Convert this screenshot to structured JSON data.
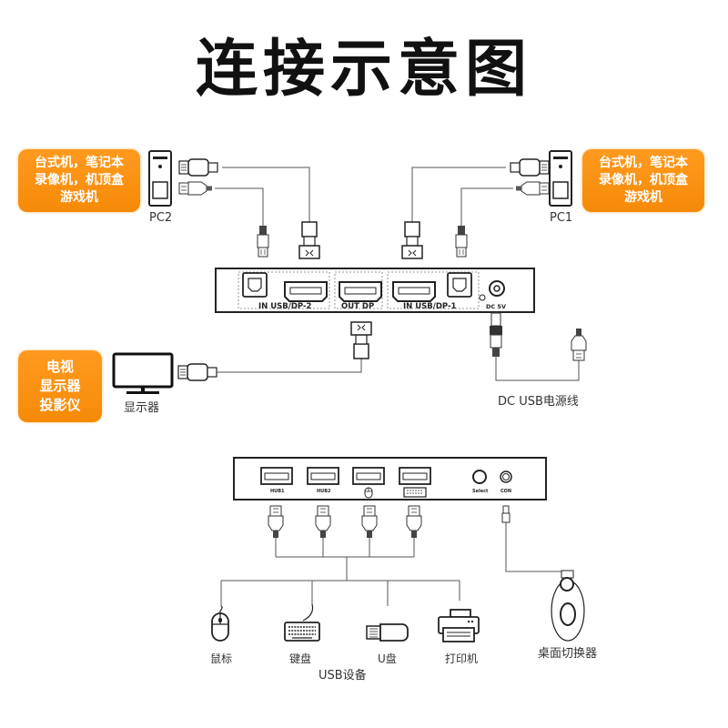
{
  "title": "连接示意图",
  "badges": {
    "left_pc": [
      "台式机，笔记本",
      "录像机，机顶盒",
      "游戏机"
    ],
    "right_pc": [
      "台式机，笔记本",
      "录像机，机顶盒",
      "游戏机"
    ],
    "display": [
      "电视",
      "显示器",
      "投影仪"
    ]
  },
  "labels": {
    "pc2": "PC2",
    "pc1": "PC1",
    "monitor": "显示器",
    "power_cable": "DC USB电源线",
    "desk_switch": "桌面切换器",
    "usb_devices": "USB设备"
  },
  "kvm_front": {
    "in2": "IN USB/DP-2",
    "out": "OUT DP",
    "in1": "IN USB/DP-1",
    "dc": "DC 5V"
  },
  "kvm_back": {
    "hub1": "HUB1",
    "hub2": "HUB2",
    "select": "Select",
    "con": "CON"
  },
  "devices": [
    {
      "name": "mouse",
      "label": "鼠标"
    },
    {
      "name": "keyboard",
      "label": "键盘"
    },
    {
      "name": "usb-drive",
      "label": "U盘"
    },
    {
      "name": "printer",
      "label": "打印机"
    }
  ],
  "colors": {
    "accent": "#f68a08",
    "line": "#555555"
  }
}
